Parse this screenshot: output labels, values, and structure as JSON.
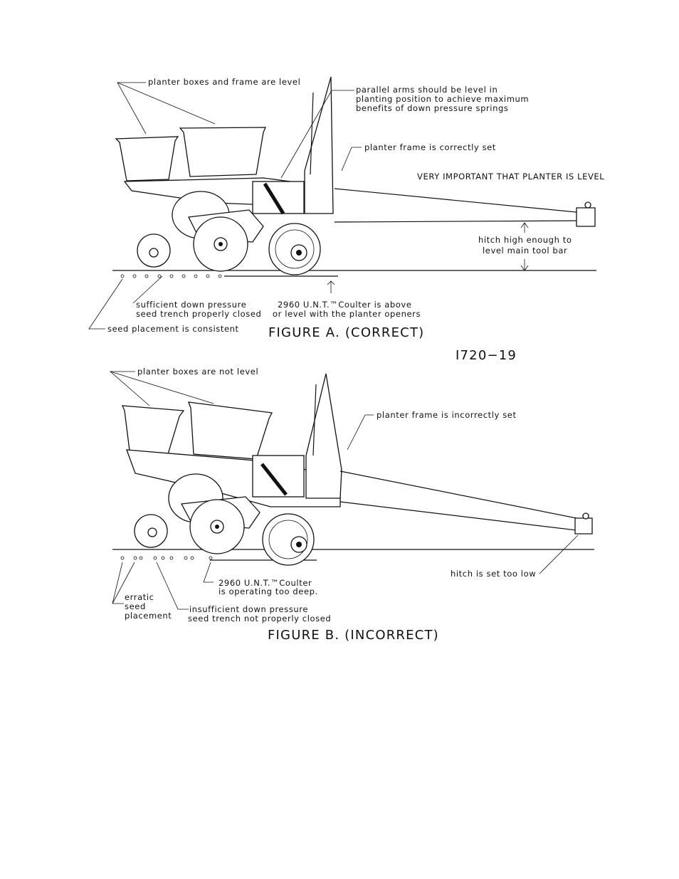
{
  "figure_a": {
    "labels": {
      "boxes_level": "planter boxes and frame are level",
      "parallel_1": "parallel arms should be level in",
      "parallel_2": "planting position to achieve maximum",
      "parallel_3": "benefits of down pressure springs",
      "frame_set": "planter frame is correctly set",
      "very_important": "VERY IMPORTANT THAT PLANTER IS LEVEL",
      "hitch_1": "hitch high enough to",
      "hitch_2": "level main tool bar",
      "pressure_1": "sufficient down pressure",
      "pressure_2": "seed trench properly closed",
      "coulter_1": "2960 U.N.T.™Coulter is above",
      "coulter_2": "or level with the planter openers",
      "placement": "seed placement is consistent"
    },
    "caption": "FIGURE A. (CORRECT)",
    "ref_code": "I720−19"
  },
  "figure_b": {
    "labels": {
      "boxes_not_level": "planter boxes are not level",
      "frame_incorrect": "planter frame is incorrectly set",
      "hitch_low": "hitch is set too low",
      "coulter_1": "2960 U.N.T.™Coulter",
      "coulter_2": "is operating too deep.",
      "erratic_1": "erratic",
      "erratic_2": "seed",
      "erratic_3": "placement",
      "pressure_1": "insufficient down pressure",
      "pressure_2": "seed trench not properly closed"
    },
    "caption": "FIGURE B. (INCORRECT)"
  }
}
